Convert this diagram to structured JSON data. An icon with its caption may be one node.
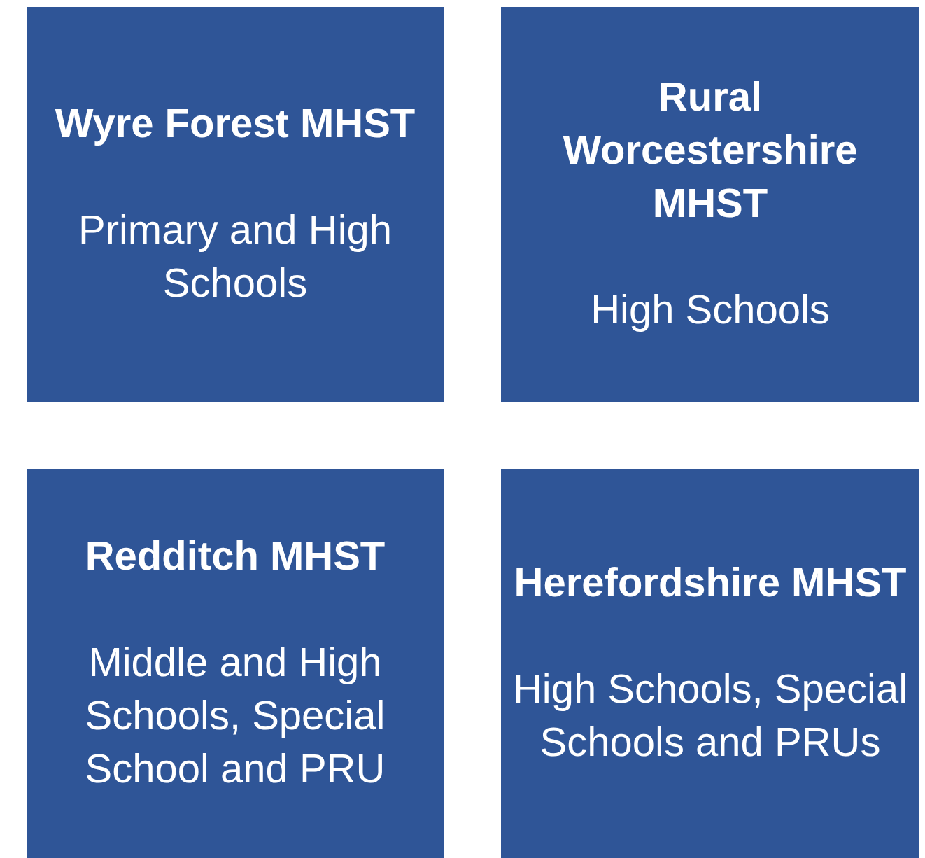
{
  "diagram": {
    "nodes": [
      {
        "text": [
          "Wyre Forest MHST",
          "Primary and High Schools"
        ]
      },
      {
        "text": [
          "Rural Worcestershire MHST",
          "High Schools"
        ]
      },
      {
        "text": [
          "Redditch MHST",
          "Middle and High Schools, Special School and PRU"
        ]
      },
      {
        "text": [
          "Herefordshire MHST",
          "High Schools, Special Schools and PRUs"
        ]
      }
    ]
  }
}
